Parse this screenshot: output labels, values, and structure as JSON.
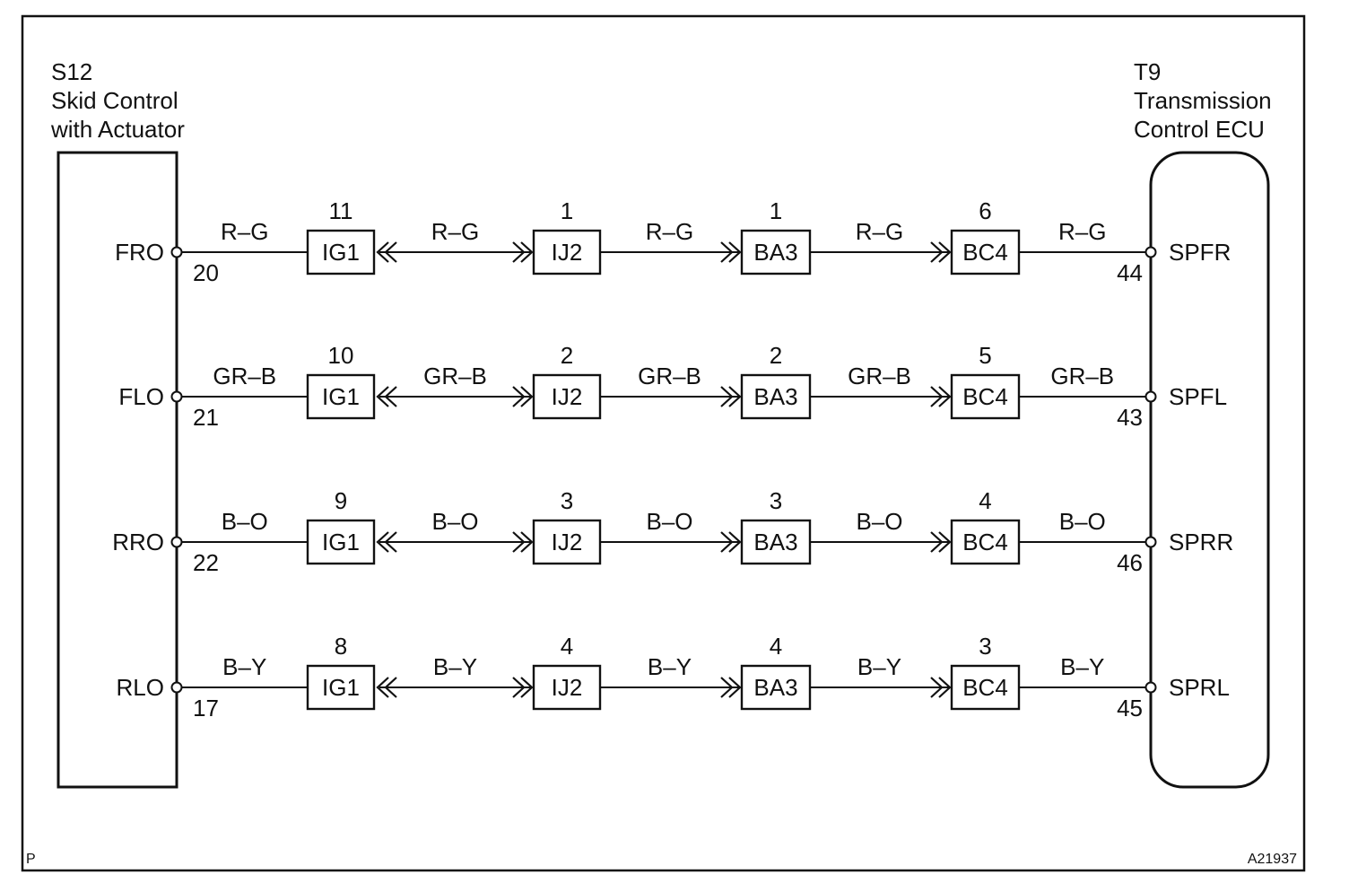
{
  "left_component": {
    "code": "S12",
    "name_line1": "Skid Control",
    "name_line2": "with Actuator"
  },
  "right_component": {
    "code": "T9",
    "name_line1": "Transmission",
    "name_line2": "Control ECU"
  },
  "corner_left": "P",
  "corner_right": "A21937",
  "connectors": [
    "IG1",
    "IJ2",
    "BA3",
    "BC4"
  ],
  "circuits": [
    {
      "left_terminal": "FRO",
      "left_pin": "20",
      "right_terminal": "SPFR",
      "right_pin": "44",
      "wire_color": "R–G",
      "connector_pins": [
        "11",
        "1",
        "1",
        "6"
      ]
    },
    {
      "left_terminal": "FLO",
      "left_pin": "21",
      "right_terminal": "SPFL",
      "right_pin": "43",
      "wire_color": "GR–B",
      "connector_pins": [
        "10",
        "2",
        "2",
        "5"
      ]
    },
    {
      "left_terminal": "RRO",
      "left_pin": "22",
      "right_terminal": "SPRR",
      "right_pin": "46",
      "wire_color": "B–O",
      "connector_pins": [
        "9",
        "3",
        "3",
        "4"
      ]
    },
    {
      "left_terminal": "RLO",
      "left_pin": "17",
      "right_terminal": "SPRL",
      "right_pin": "45",
      "wire_color": "B–Y",
      "connector_pins": [
        "8",
        "4",
        "4",
        "3"
      ]
    }
  ]
}
